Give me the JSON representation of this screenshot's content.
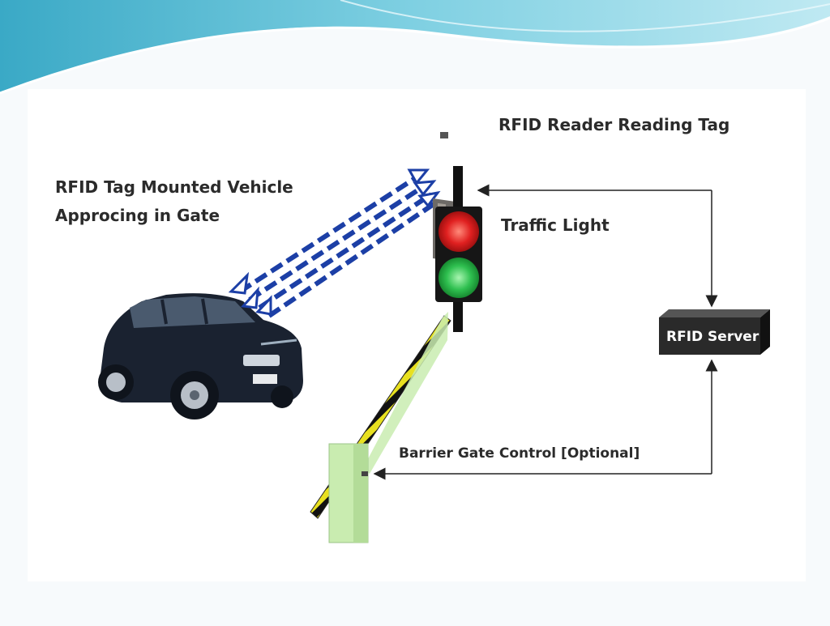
{
  "labels": {
    "vehicle_line1": "RFID Tag Mounted Vehicle",
    "vehicle_line2": "Approcing in Gate",
    "reader": "RFID Reader Reading Tag",
    "traffic_light": "Traffic Light",
    "server": "RFID Server",
    "barrier": "Barrier Gate Control [Optional]"
  },
  "colors": {
    "header_teal": "#4fb6cf",
    "wave_arrow": "#1c3fa6",
    "light_red": "#e02020",
    "light_green": "#2fc050",
    "barrier_green": "#c9ecb0",
    "server_box": "#2a2a2a",
    "car_body": "#1a2230"
  },
  "icons": [
    "car-icon",
    "rfid-reader-icon",
    "traffic-light-icon",
    "barrier-gate-icon",
    "rfid-server-icon",
    "signal-wave-arrows"
  ]
}
